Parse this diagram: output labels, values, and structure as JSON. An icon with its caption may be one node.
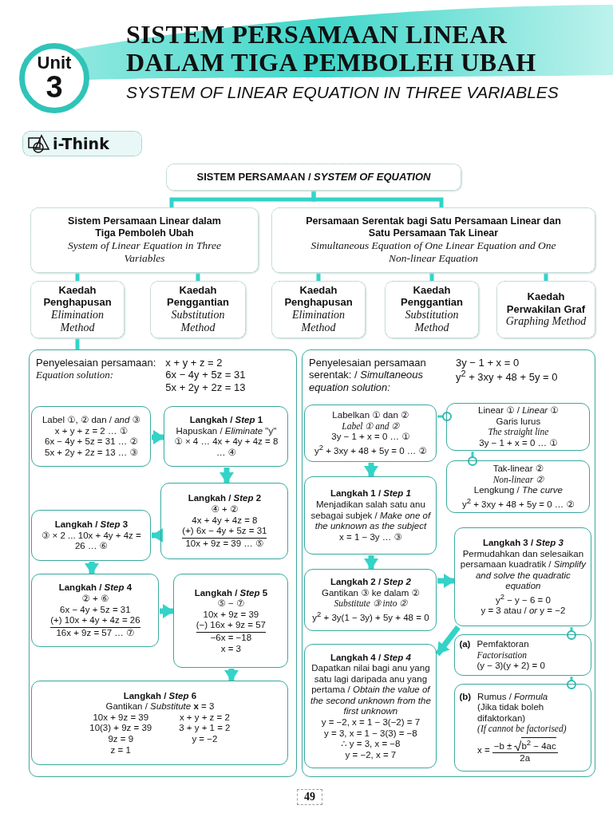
{
  "diagram": {
    "title": "SISTEM PERSAMAAN LINEAR DALAM TIGA PEMBOLEH UBAH",
    "nodes": [
      {
        "text": [
          "Unit",
          "3"
        ]
      },
      {
        "text": [
          "SISTEM PERSAMAAN / *SYSTEM OF EQUATION*"
        ]
      },
      {
        "text": [
          "Sistem Persamaan Linear dalam Tiga Pemboleh Ubah",
          "System of Linear Equation in Three Variables"
        ]
      },
      {
        "text": [
          "Persamaan Serentak bagi Satu Persamaan Linear dan Satu Persamaan Tak Linear",
          "Simultaneous Equation of One Linear Equation and One Non-linear Equation"
        ]
      },
      {
        "text": [
          "Kaedah Penghapusan",
          "Elimination Method"
        ]
      },
      {
        "text": [
          "Kaedah Penggantian",
          "Substitution Method"
        ]
      },
      {
        "text": [
          "Kaedah Penghapusan",
          "Elimination Method"
        ]
      },
      {
        "text": [
          "Kaedah Penggantian",
          "Substitution Method"
        ]
      },
      {
        "text": [
          "Kaedah Perwakilan Graf",
          "Graphing Method"
        ]
      },
      {
        "text": [
          "Penyelesaian persamaan:",
          "Equation solution:",
          "x + y + z = 2",
          "6x − 4y + 5z = 31",
          "5x + 2y + 2z = 13"
        ]
      },
      {
        "text": [
          "Label ①, ② dan / *and* ③",
          "x + y + z = 2 … ①",
          "6x − 4y + 5z = 31 … ②",
          "5x + 2y + 2z = 13 … ③"
        ],
        "in": 9
      },
      {
        "text": [
          "Langkah / *Step* 1",
          "Hapuskan / *Eliminate* \"y\"",
          "① × 4 … 4x + 4y + 4z = 8 … ④"
        ],
        "in": 9
      },
      {
        "text": [
          "Langkah / *Step* 2",
          "④ + ②",
          "4x + 4y + 4z = 8",
          "(+) 6x − 4y + 5z = 31",
          "10x + 9z = 39 … ⑤"
        ],
        "in": 9
      },
      {
        "text": [
          "Langkah / *Step* 3",
          "③ × 2 ... 10x + 4y + 4z = 26 … ⑥"
        ],
        "in": 9
      },
      {
        "text": [
          "Langkah / *Step* 4",
          "② + ⑥",
          "6x − 4y + 5z = 31",
          "(+) 10x + 4y + 4z = 26",
          "16x + 9z = 57 … ⑦"
        ],
        "in": 9
      },
      {
        "text": [
          "Langkah / *Step* 5",
          "⑤ − ⑦",
          "10x + 9z = 39",
          "(−) 16x + 9z = 57",
          "−6x = −18",
          "x = 3"
        ],
        "in": 9
      },
      {
        "text": [
          "Langkah / *Step* 6",
          "Gantikan / *Substitute* **x** = 3",
          "10x + 9z = 39",
          "10(3) + 9z = 39",
          "9z = 9",
          "z = 1",
          "x + y + z = 2",
          "3 + y + 1 = 2",
          "y = −2"
        ],
        "in": 9
      },
      {
        "text": [
          "Penyelesaian persamaan serentak: / *Simultaneous equation solution:*",
          "3y − 1 + x = 0",
          "y$^{2}$ + 3xy + 48 + 5y = 0"
        ]
      },
      {
        "text": [
          "Labelkan ① dan ②",
          "Label ① and ②",
          "3y − 1 + x = 0 … ①",
          "y$^{2}$ + 3xy + 48 + 5y = 0 … ②"
        ],
        "in": 17
      },
      {
        "text": [
          "Linear ① / *Linear* ①",
          "Garis lurus",
          "The straight line",
          "3y − 1 + x = 0 … ①"
        ],
        "in": 17
      },
      {
        "text": [
          "Tak-linear ②",
          "Non-linear ②",
          "Lengkung / *The curve*",
          "y$^{2}$ + 3xy + 48 + 5y = 0 … ②"
        ],
        "in": 17
      },
      {
        "text": [
          "Langkah 1 / *Step 1*",
          "Menjadikan salah satu anu sebagai subjek / *Make one of the unknown as the subject*",
          "x = 1 − 3y … ③"
        ],
        "in": 17
      },
      {
        "text": [
          "Langkah 3 / *Step 3*",
          "Permudahkan dan selesaikan persamaan kuadratik / *Simplify and solve the quadratic equation*",
          "y$^{2}$ − y − 6 = 0",
          "y = 3 atau / *or* y = −2"
        ],
        "in": 17
      },
      {
        "text": [
          "Langkah 2 / *Step 2*",
          "Gantikan ③ ke dalam ②",
          "Substitute ③ into ②",
          "y$^{2}$ + 3y(1 − 3y) + 5y + 48 = 0"
        ],
        "in": 17
      },
      {
        "text": [
          "(a)",
          "Pemfaktoran",
          "Factorisation",
          "(y − 3)(y + 2) = 0"
        ],
        "in": 17
      },
      {
        "text": [
          "Langkah 4 / *Step 4*",
          "Dapatkan nilai bagi anu yang satu lagi daripada anu yang pertama / *Obtain the value of the second unknown from the first unknown*",
          "y = −2, x = 1 − 3(−2) = 7",
          "y = 3, x = 1 − 3(3) = −8",
          "∴ y = 3, x = −8",
          "y = −2, x = 7"
        ],
        "in": 17
      },
      {
        "text": [
          "(b)",
          "Rumus / *Formula*",
          "(Jika tidak boleh difaktorkan)",
          "(If cannot be factorised)",
          "x =",
          "−b ±",
          "b$^{2}$ − 4ac",
          "2a"
        ],
        "in": 17
      }
    ],
    "edges": [
      {
        "from": 1,
        "to": 2,
        "arrow": "none"
      },
      {
        "from": 1,
        "to": 3,
        "arrow": "none"
      },
      {
        "from": 2,
        "to": 4,
        "arrow": "none"
      },
      {
        "from": 2,
        "to": 5,
        "arrow": "none"
      },
      {
        "from": 3,
        "to": 6,
        "arrow": "none"
      },
      {
        "from": 3,
        "to": 7,
        "arrow": "none"
      },
      {
        "from": 3,
        "to": 8,
        "arrow": "none"
      },
      {
        "from": 4,
        "to": 9,
        "arrow": "none"
      },
      {
        "from": 10,
        "to": 11,
        "arrow": "to"
      },
      {
        "from": 11,
        "to": 12,
        "arrow": "to"
      },
      {
        "from": 12,
        "to": 13,
        "arrow": "to"
      },
      {
        "from": 13,
        "to": 14,
        "arrow": "to"
      },
      {
        "from": 14,
        "to": 15,
        "arrow": "to"
      },
      {
        "from": 15,
        "to": 16,
        "arrow": "to"
      },
      {
        "from": 18,
        "to": 21,
        "arrow": "to"
      },
      {
        "from": 21,
        "to": 23,
        "arrow": "to"
      },
      {
        "from": 23,
        "to": 22,
        "arrow": "to"
      },
      {
        "from": 22,
        "to": 25,
        "arrow": "to"
      },
      {
        "from": 18,
        "to": 19,
        "arrow": "other"
      },
      {
        "from": 19,
        "to": 20,
        "arrow": "other"
      },
      {
        "from": 22,
        "to": 24,
        "arrow": "other"
      },
      {
        "from": 24,
        "to": 26,
        "arrow": "other"
      }
    ],
    "labels": [
      "SYSTEM OF LINEAR EQUATION IN THREE VARIABLES",
      "i-Think",
      "49"
    ]
  }
}
